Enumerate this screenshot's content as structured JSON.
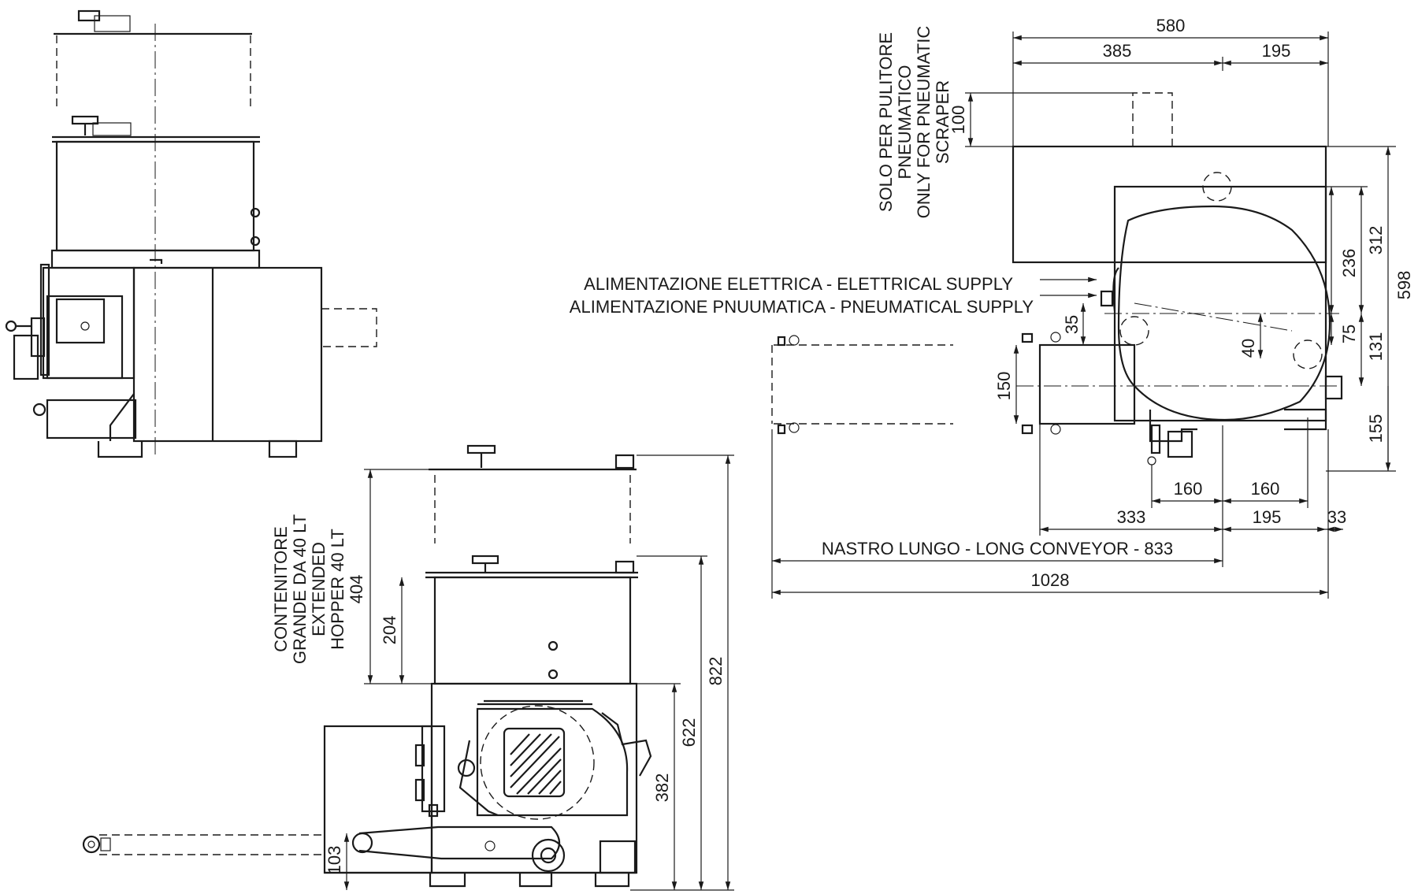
{
  "dimensions": {
    "d580": "580",
    "d385": "385",
    "d195a": "195",
    "d100": "100",
    "d312": "312",
    "d236": "236",
    "d598": "598",
    "d75": "75",
    "d131": "131",
    "d155": "155",
    "d35": "35",
    "d40": "40",
    "d150": "150",
    "d160a": "160",
    "d160b": "160",
    "d333": "333",
    "d195b": "195",
    "d33": "33",
    "d1028": "1028",
    "d204": "204",
    "d822": "822",
    "d622": "622",
    "d382": "382",
    "d103": "103"
  },
  "labels": {
    "scraper_line1": "SOLO PER PULITORE",
    "scraper_line2": "PNEUMATICO",
    "scraper_line3": "ONLY FOR PNEUMATIC",
    "scraper_line4": "SCRAPER",
    "electrical": "ALIMENTAZIONE ELETTRICA - ELETTRICAL SUPPLY",
    "pneumatic": "ALIMENTAZIONE PNUUMATICA - PNEUMATICAL SUPPLY",
    "conveyor": "NASTRO LUNGO - LONG CONVEYOR - 833",
    "hopper_line1": "CONTENITORE",
    "hopper_line2": "GRANDE DA 40 LT",
    "hopper_line3": "EXTENDED",
    "hopper_line4": "HOPPER 40 LT",
    "hopper_line5": "404"
  }
}
